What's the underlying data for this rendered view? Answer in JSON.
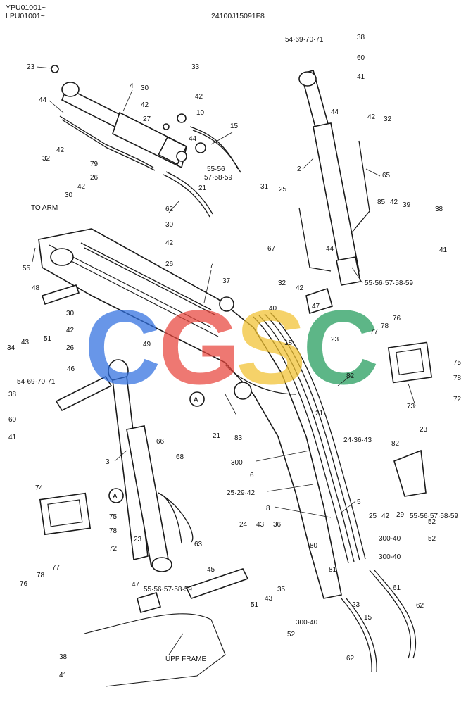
{
  "header": {
    "serial_line_1": "YPU01001~",
    "serial_line_2": "LPU01001~",
    "drawing_code": "24100J15091F8"
  },
  "notes": {
    "to_arm": "TO ARM",
    "upp_frame": "UPP FRAME",
    "ref_a": "A"
  },
  "watermark": {
    "letters": [
      "C",
      "G",
      "S",
      "C"
    ],
    "colors": [
      "#2f6fe0",
      "#e8453c",
      "#f2c230",
      "#1f9a5a"
    ]
  },
  "callouts": [
    {
      "id": "c-23-a",
      "label": "23"
    },
    {
      "id": "c-44-a",
      "label": "44"
    },
    {
      "id": "c-4",
      "label": "4"
    },
    {
      "id": "c-30-a",
      "label": "30"
    },
    {
      "id": "c-33",
      "label": "33"
    },
    {
      "id": "c-42-a",
      "label": "42"
    },
    {
      "id": "c-42-b",
      "label": "42"
    },
    {
      "id": "c-10",
      "label": "10"
    },
    {
      "id": "c-27",
      "label": "27"
    },
    {
      "id": "c-44-b",
      "label": "44"
    },
    {
      "id": "c-15-a",
      "label": "15"
    },
    {
      "id": "c-32-a",
      "label": "32"
    },
    {
      "id": "c-42-c",
      "label": "42"
    },
    {
      "id": "c-79",
      "label": "79"
    },
    {
      "id": "c-5559-a-top",
      "label": "55·56"
    },
    {
      "id": "c-5559-a-bot",
      "label": "57·58·59"
    },
    {
      "id": "c-21-a",
      "label": "21"
    },
    {
      "id": "c-26-a",
      "label": "26"
    },
    {
      "id": "c-30-b",
      "label": "30"
    },
    {
      "id": "c-42-d",
      "label": "42"
    },
    {
      "id": "c-62-a",
      "label": "62"
    },
    {
      "id": "c-30-c",
      "label": "30"
    },
    {
      "id": "c-42-e",
      "label": "42"
    },
    {
      "id": "c-55-a",
      "label": "55"
    },
    {
      "id": "c-26-b",
      "label": "26"
    },
    {
      "id": "c-7",
      "label": "7"
    },
    {
      "id": "c-48",
      "label": "48"
    },
    {
      "id": "c-37",
      "label": "37"
    },
    {
      "id": "c-30-d",
      "label": "30"
    },
    {
      "id": "c-42-f",
      "label": "42"
    },
    {
      "id": "c-34",
      "label": "34"
    },
    {
      "id": "c-43-a",
      "label": "43"
    },
    {
      "id": "c-51-a",
      "label": "51"
    },
    {
      "id": "c-26-c",
      "label": "26"
    },
    {
      "id": "c-49",
      "label": "49"
    },
    {
      "id": "c-40",
      "label": "40"
    },
    {
      "id": "c-18",
      "label": "18"
    },
    {
      "id": "c-54-a",
      "label": "54·69·70·71"
    },
    {
      "id": "c-46",
      "label": "46"
    },
    {
      "id": "c-38-a",
      "label": "38"
    },
    {
      "id": "c-60-a",
      "label": "60"
    },
    {
      "id": "c-41-a",
      "label": "41"
    },
    {
      "id": "c-3",
      "label": "3"
    },
    {
      "id": "c-66",
      "label": "66"
    },
    {
      "id": "c-68",
      "label": "68"
    },
    {
      "id": "c-21-b",
      "label": "21"
    },
    {
      "id": "c-83",
      "label": "83"
    },
    {
      "id": "c-21-c",
      "label": "21"
    },
    {
      "id": "c-82-a",
      "label": "82"
    },
    {
      "id": "c-300-a",
      "label": "300"
    },
    {
      "id": "c-6",
      "label": "6"
    },
    {
      "id": "c-2529",
      "label": "25·29·42"
    },
    {
      "id": "c-8",
      "label": "8"
    },
    {
      "id": "c-5",
      "label": "5"
    },
    {
      "id": "c-243643",
      "label": "24·36·43"
    },
    {
      "id": "c-74",
      "label": "74"
    },
    {
      "id": "c-75-a",
      "label": "75"
    },
    {
      "id": "c-78-a",
      "label": "78"
    },
    {
      "id": "c-72-a",
      "label": "72"
    },
    {
      "id": "c-23-b",
      "label": "23"
    },
    {
      "id": "c-63",
      "label": "63"
    },
    {
      "id": "c-45",
      "label": "45"
    },
    {
      "id": "c-24",
      "label": "24"
    },
    {
      "id": "c-43-b",
      "label": "43"
    },
    {
      "id": "c-36",
      "label": "36"
    },
    {
      "id": "c-43-c",
      "label": "43"
    },
    {
      "id": "c-35",
      "label": "35"
    },
    {
      "id": "c-51-b",
      "label": "51"
    },
    {
      "id": "c-47-a",
      "label": "47"
    },
    {
      "id": "c-5559-b",
      "label": "55·56·57·58·59"
    },
    {
      "id": "c-76-a",
      "label": "76"
    },
    {
      "id": "c-78-b",
      "label": "78"
    },
    {
      "id": "c-77-a",
      "label": "77"
    },
    {
      "id": "c-80",
      "label": "80"
    },
    {
      "id": "c-81",
      "label": "81"
    },
    {
      "id": "c-300-40-a",
      "label": "300-40"
    },
    {
      "id": "c-52-a",
      "label": "52"
    },
    {
      "id": "c-23-c",
      "label": "23"
    },
    {
      "id": "c-61",
      "label": "61"
    },
    {
      "id": "c-15-b",
      "label": "15"
    },
    {
      "id": "c-62-b",
      "label": "62"
    },
    {
      "id": "c-62-c",
      "label": "62"
    },
    {
      "id": "c-300-40-b",
      "label": "300-40"
    },
    {
      "id": "c-52-b",
      "label": "52"
    },
    {
      "id": "c-38-b",
      "label": "38"
    },
    {
      "id": "c-41-b",
      "label": "41"
    },
    {
      "id": "c-54-b",
      "label": "54·69·70·71"
    },
    {
      "id": "c-38-c",
      "label": "38"
    },
    {
      "id": "c-60-b",
      "label": "60"
    },
    {
      "id": "c-41-c",
      "label": "41"
    },
    {
      "id": "c-44-c",
      "label": "44"
    },
    {
      "id": "c-42-g",
      "label": "42"
    },
    {
      "id": "c-32-b",
      "label": "32"
    },
    {
      "id": "c-2",
      "label": "2"
    },
    {
      "id": "c-65",
      "label": "65"
    },
    {
      "id": "c-31",
      "label": "31"
    },
    {
      "id": "c-25-a",
      "label": "25"
    },
    {
      "id": "c-85",
      "label": "85"
    },
    {
      "id": "c-42-h",
      "label": "42"
    },
    {
      "id": "c-39",
      "label": "39"
    },
    {
      "id": "c-38-d",
      "label": "38"
    },
    {
      "id": "c-41-d",
      "label": "41"
    },
    {
      "id": "c-67",
      "label": "67"
    },
    {
      "id": "c-44-d",
      "label": "44"
    },
    {
      "id": "c-32-c",
      "label": "32"
    },
    {
      "id": "c-42-i",
      "label": "42"
    },
    {
      "id": "c-5559-c",
      "label": "55·56·57·58·59"
    },
    {
      "id": "c-47-b",
      "label": "47"
    },
    {
      "id": "c-23-d",
      "label": "23"
    },
    {
      "id": "c-77-b",
      "label": "77"
    },
    {
      "id": "c-78-c",
      "label": "78"
    },
    {
      "id": "c-76-b",
      "label": "76"
    },
    {
      "id": "c-75-b",
      "label": "75"
    },
    {
      "id": "c-78-d",
      "label": "78"
    },
    {
      "id": "c-73",
      "label": "73"
    },
    {
      "id": "c-72-b",
      "label": "72"
    },
    {
      "id": "c-23-e",
      "label": "23"
    },
    {
      "id": "c-82-b",
      "label": "82"
    },
    {
      "id": "c-25-b",
      "label": "25"
    },
    {
      "id": "c-42-j",
      "label": "42"
    },
    {
      "id": "c-29",
      "label": "29"
    },
    {
      "id": "c-5559-d",
      "label": "55·56·57·58·59"
    },
    {
      "id": "c-52-c",
      "label": "52"
    },
    {
      "id": "c-300-40-c",
      "label": "300-40"
    }
  ]
}
